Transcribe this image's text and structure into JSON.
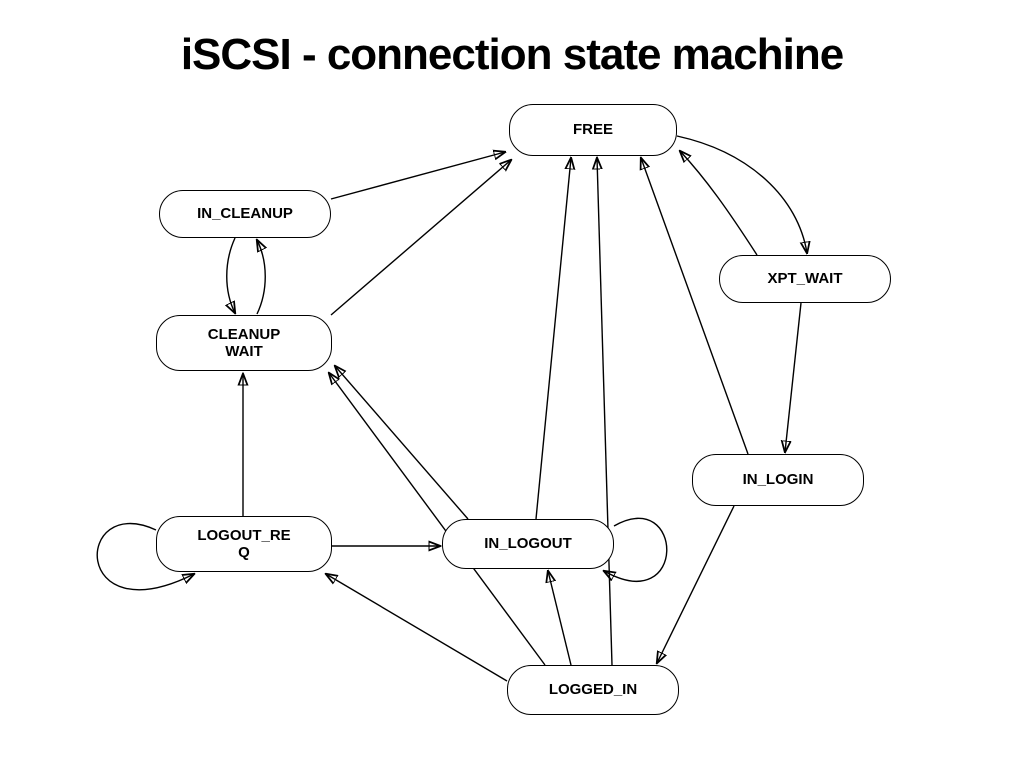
{
  "title": "iSCSI - connection state machine",
  "nodes": {
    "free": {
      "label": "FREE"
    },
    "in_cleanup": {
      "label": "IN_CLEANUP"
    },
    "cleanup_wait": {
      "line1": "CLEANUP",
      "line2": "WAIT"
    },
    "xpt_wait": {
      "label": "XPT_WAIT"
    },
    "in_login": {
      "label": "IN_LOGIN"
    },
    "logout_req": {
      "line1": "LOGOUT_RE",
      "line2": "Q"
    },
    "in_logout": {
      "label": "IN_LOGOUT"
    },
    "logged_in": {
      "label": "LOGGED_IN"
    }
  },
  "edges": [
    {
      "from": "FREE",
      "to": "XPT_WAIT"
    },
    {
      "from": "XPT_WAIT",
      "to": "FREE"
    },
    {
      "from": "XPT_WAIT",
      "to": "IN_LOGIN"
    },
    {
      "from": "IN_LOGIN",
      "to": "FREE"
    },
    {
      "from": "IN_LOGIN",
      "to": "LOGGED_IN"
    },
    {
      "from": "LOGGED_IN",
      "to": "IN_LOGOUT"
    },
    {
      "from": "LOGGED_IN",
      "to": "LOGOUT_REQ"
    },
    {
      "from": "LOGGED_IN",
      "to": "CLEANUP_WAIT"
    },
    {
      "from": "LOGGED_IN",
      "to": "FREE"
    },
    {
      "from": "LOGOUT_REQ",
      "to": "IN_LOGOUT"
    },
    {
      "from": "LOGOUT_REQ",
      "to": "CLEANUP_WAIT"
    },
    {
      "from": "LOGOUT_REQ",
      "to": "LOGOUT_REQ"
    },
    {
      "from": "IN_LOGOUT",
      "to": "FREE"
    },
    {
      "from": "IN_LOGOUT",
      "to": "CLEANUP_WAIT"
    },
    {
      "from": "IN_LOGOUT",
      "to": "IN_LOGOUT"
    },
    {
      "from": "CLEANUP_WAIT",
      "to": "IN_CLEANUP"
    },
    {
      "from": "IN_CLEANUP",
      "to": "CLEANUP_WAIT"
    },
    {
      "from": "CLEANUP_WAIT",
      "to": "FREE"
    },
    {
      "from": "IN_CLEANUP",
      "to": "FREE"
    }
  ],
  "colors": {
    "background": "#ffffff",
    "node_fill": "#ffffff",
    "stroke": "#000000",
    "text": "#000000"
  }
}
